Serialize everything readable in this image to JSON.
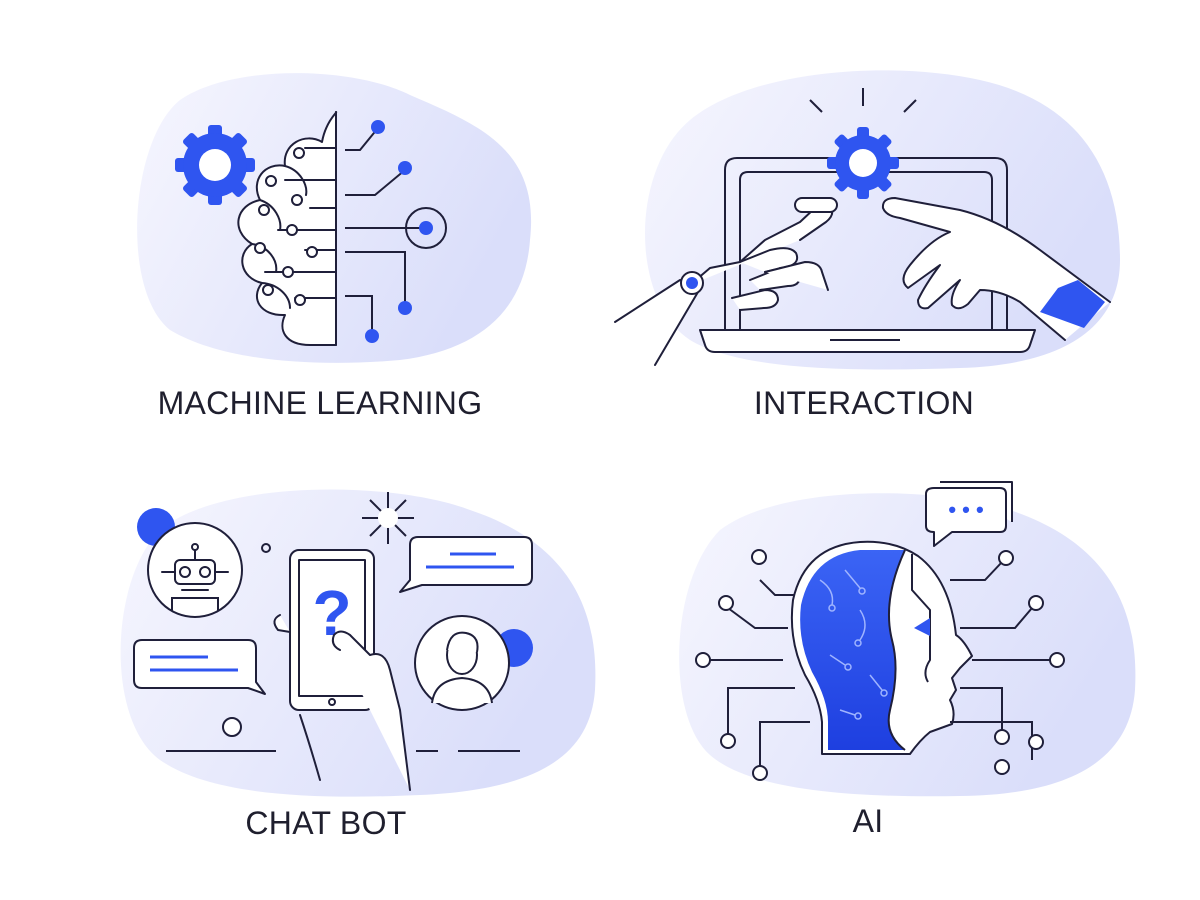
{
  "palette": {
    "ink": "#1f1f3a",
    "accent": "#2f55f0",
    "blob_light": "#f3f4fd",
    "blob_dark": "#dcdffa"
  },
  "panels": {
    "machine_learning": {
      "caption": "MACHINE LEARNING",
      "icons": [
        "brain-icon",
        "gear-icon",
        "circuit-icon"
      ]
    },
    "interaction": {
      "caption": "INTERACTION",
      "icons": [
        "laptop-icon",
        "gear-icon",
        "robot-hand-icon",
        "human-hand-icon"
      ]
    },
    "chat_bot": {
      "caption": "CHAT BOT",
      "icons": [
        "robot-icon",
        "smartphone-icon",
        "speech-bubble-icon",
        "user-avatar-icon"
      ],
      "phone_glyph": "?"
    },
    "ai": {
      "caption": "AI",
      "icons": [
        "cyborg-head-icon",
        "circuit-icon",
        "speech-bubble-icon"
      ],
      "bubble_dots": "• • •"
    }
  }
}
